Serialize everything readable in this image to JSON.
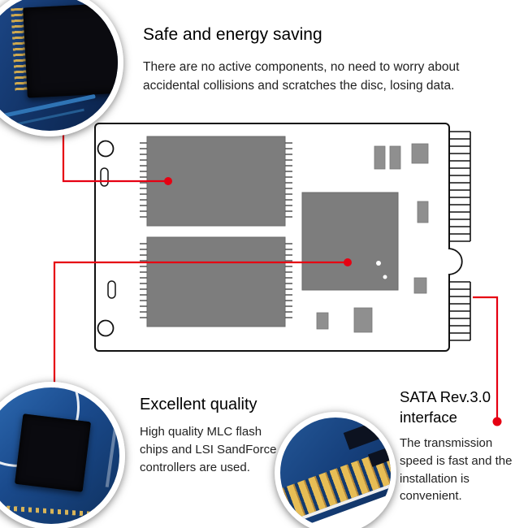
{
  "page": {
    "background_color": "#ffffff",
    "accent_color": "#e60012",
    "board_outline_color": "#111111",
    "chip_color": "#7d7d7d"
  },
  "callouts": {
    "safety": {
      "title": "Safe and energy saving",
      "body": "There are no active components, no need to worry about accidental collisions and scratches the disc, losing data."
    },
    "quality": {
      "title": "Excellent quality",
      "body": "High quality MLC flash chips and LSI SandForce controllers are used."
    },
    "sata": {
      "title": "SATA Rev.3.0 interface",
      "body": "The transmission speed is fast and the installation is convenient."
    }
  },
  "photos": {
    "flash": "nand-flash-chip-closeup",
    "controller": "sandforce-controller-closeup",
    "connector": "msata-gold-finger-connector-closeup"
  }
}
